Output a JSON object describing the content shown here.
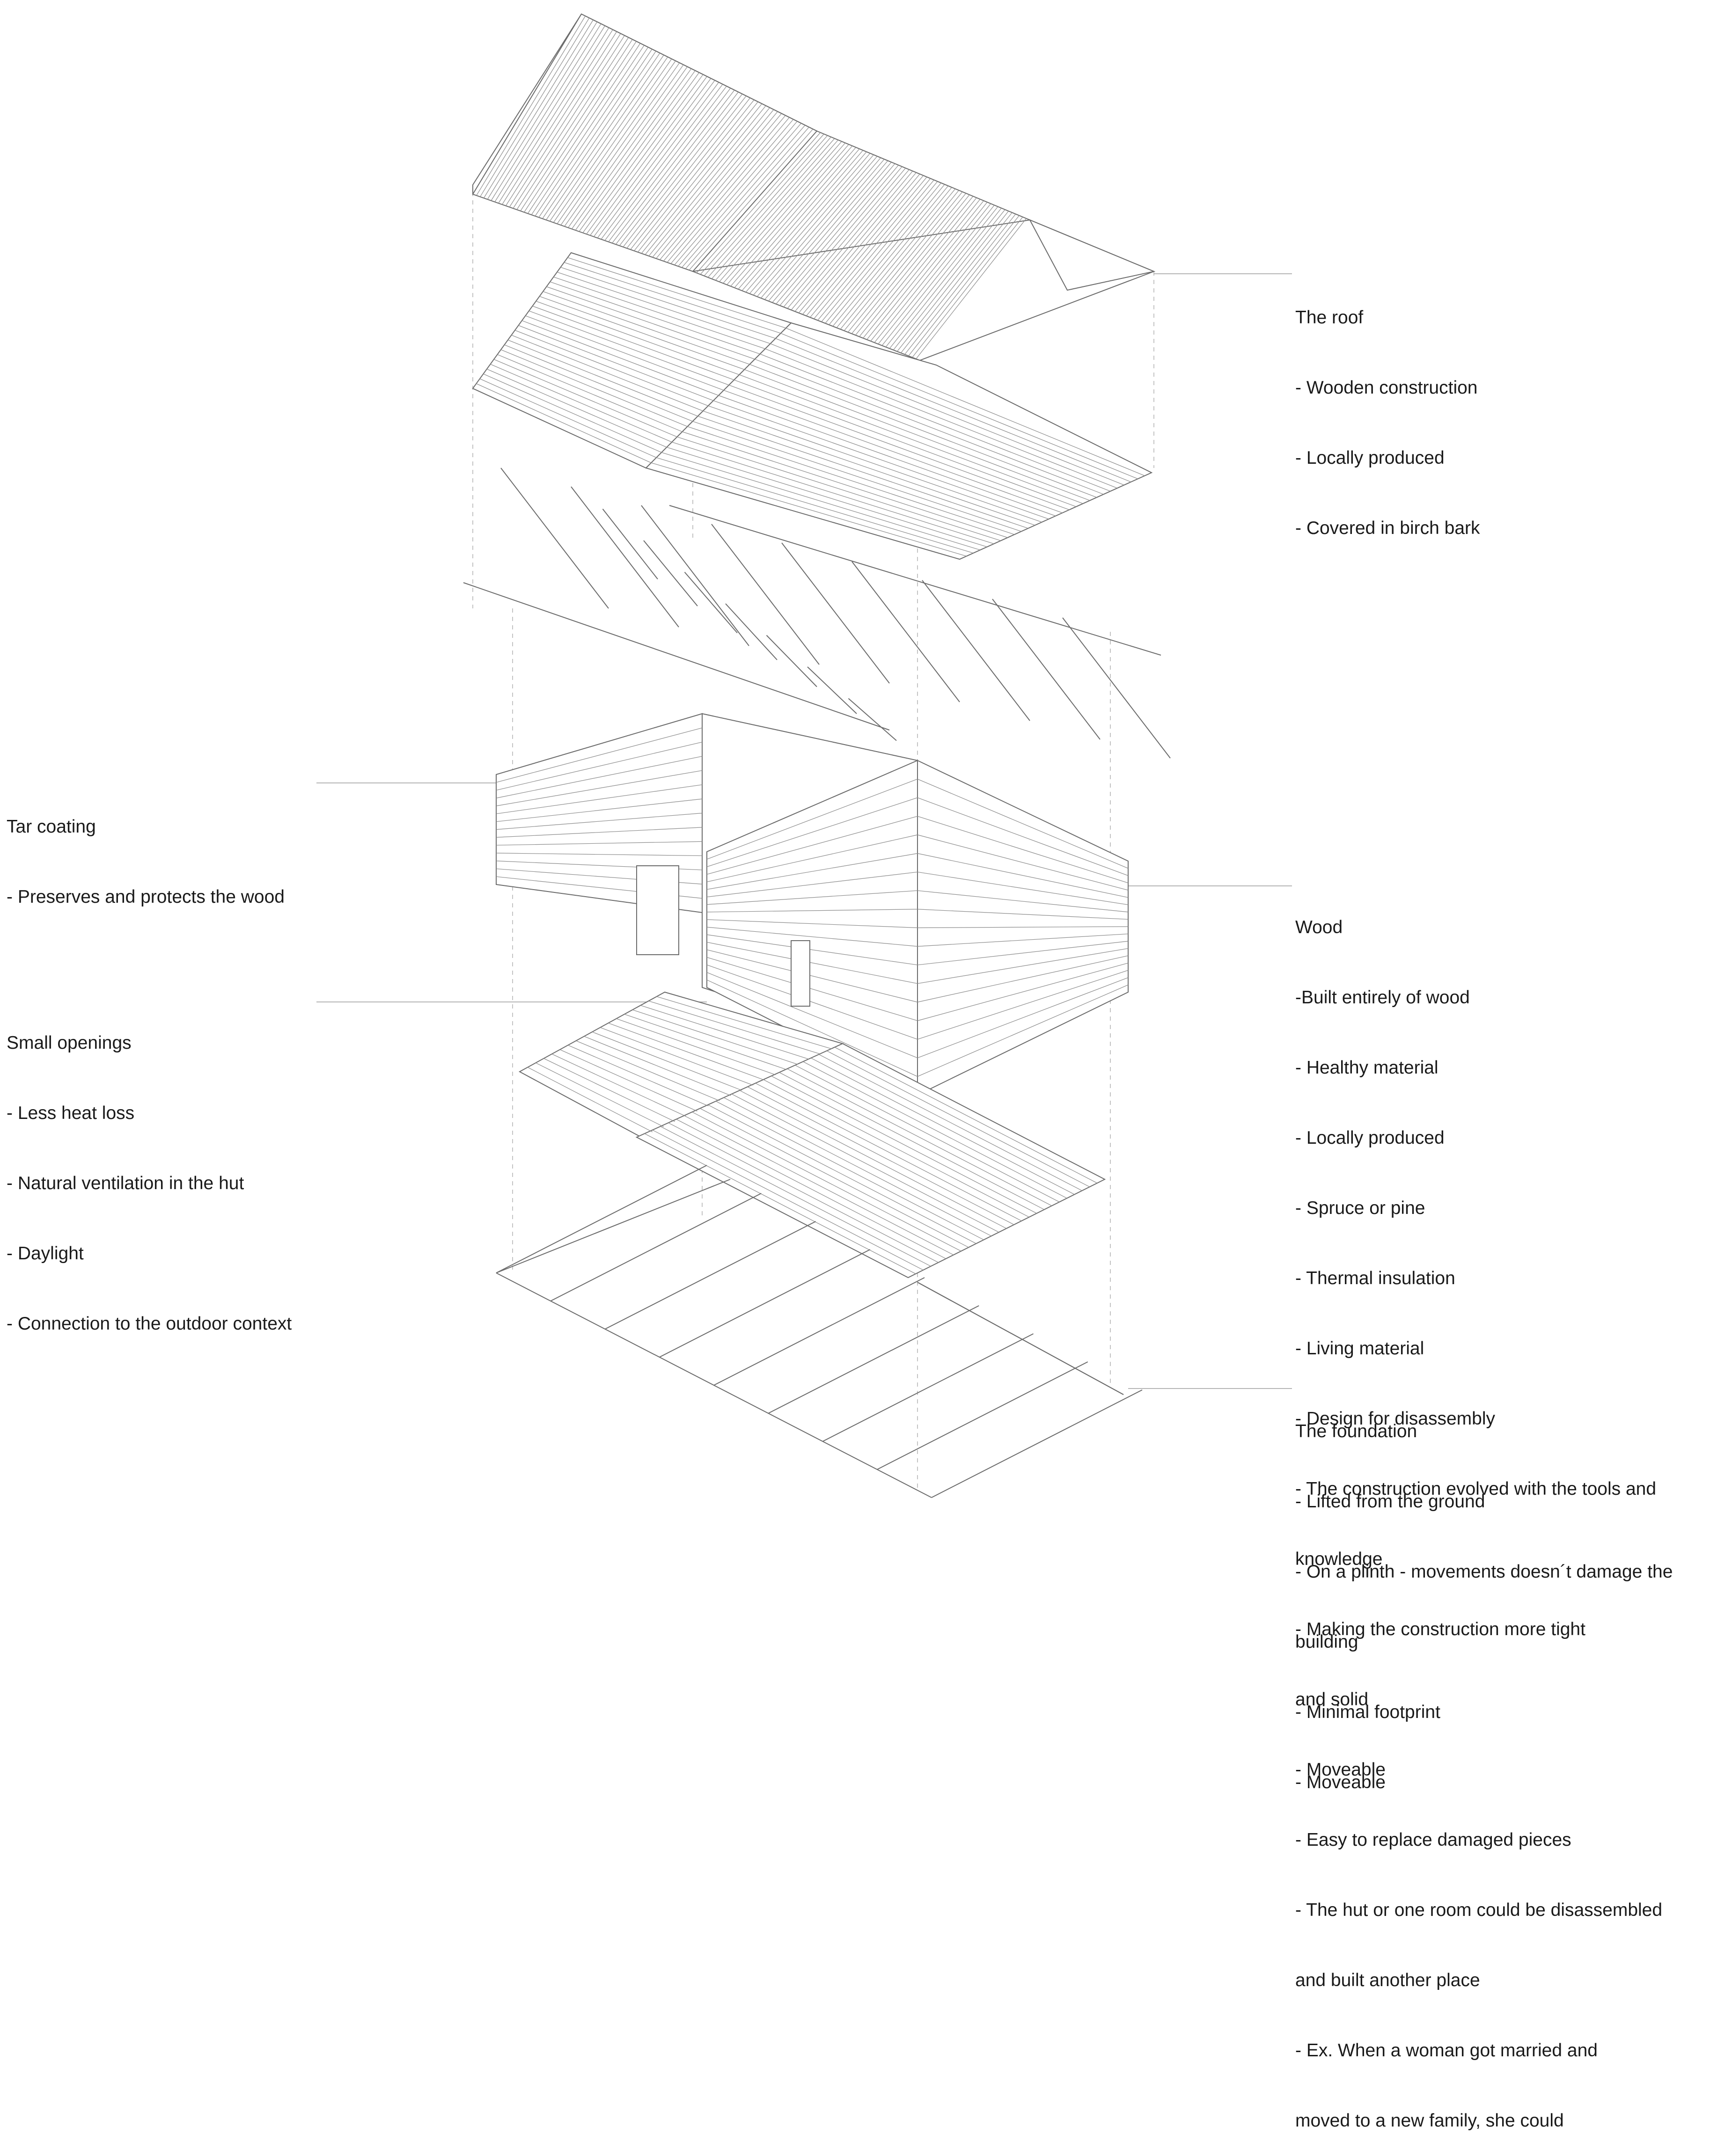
{
  "labels": {
    "roof": {
      "title": "The roof",
      "items": [
        "- Wooden construction",
        "- Locally produced",
        "- Covered in birch bark"
      ]
    },
    "tar": {
      "title": "Tar coating",
      "items": [
        "- Preserves and protects the wood"
      ]
    },
    "openings": {
      "title": "Small openings",
      "items": [
        "- Less heat loss",
        "- Natural ventilation in the hut",
        "- Daylight",
        "- Connection to the outdoor context"
      ]
    },
    "wood": {
      "title": "Wood",
      "items": [
        "-Built entirely of wood",
        "- Healthy material",
        "- Locally produced",
        "- Spruce or pine",
        "- Thermal insulation",
        "- Living material",
        "- Design for disassembly",
        "- The construction evolved with the tools and",
        "knowledge",
        "- Making the construction more tight",
        "and solid",
        "- Moveable",
        "- Easy to replace damaged pieces",
        "- The hut or one room could be disassembled",
        "and built another place",
        "- Ex. When a woman got married and",
        "moved to a new family, she could"
      ]
    },
    "foundation": {
      "title": "The foundation",
      "items": [
        "- Lifted from the ground",
        "- On a plinth - movements doesn´t damage the",
        "building",
        "- Minimal footprint",
        "- Moveable"
      ]
    }
  },
  "colors": {
    "ink": "#6b6b6b",
    "leader": "#b5b5b5",
    "text": "#1a1a1a"
  }
}
